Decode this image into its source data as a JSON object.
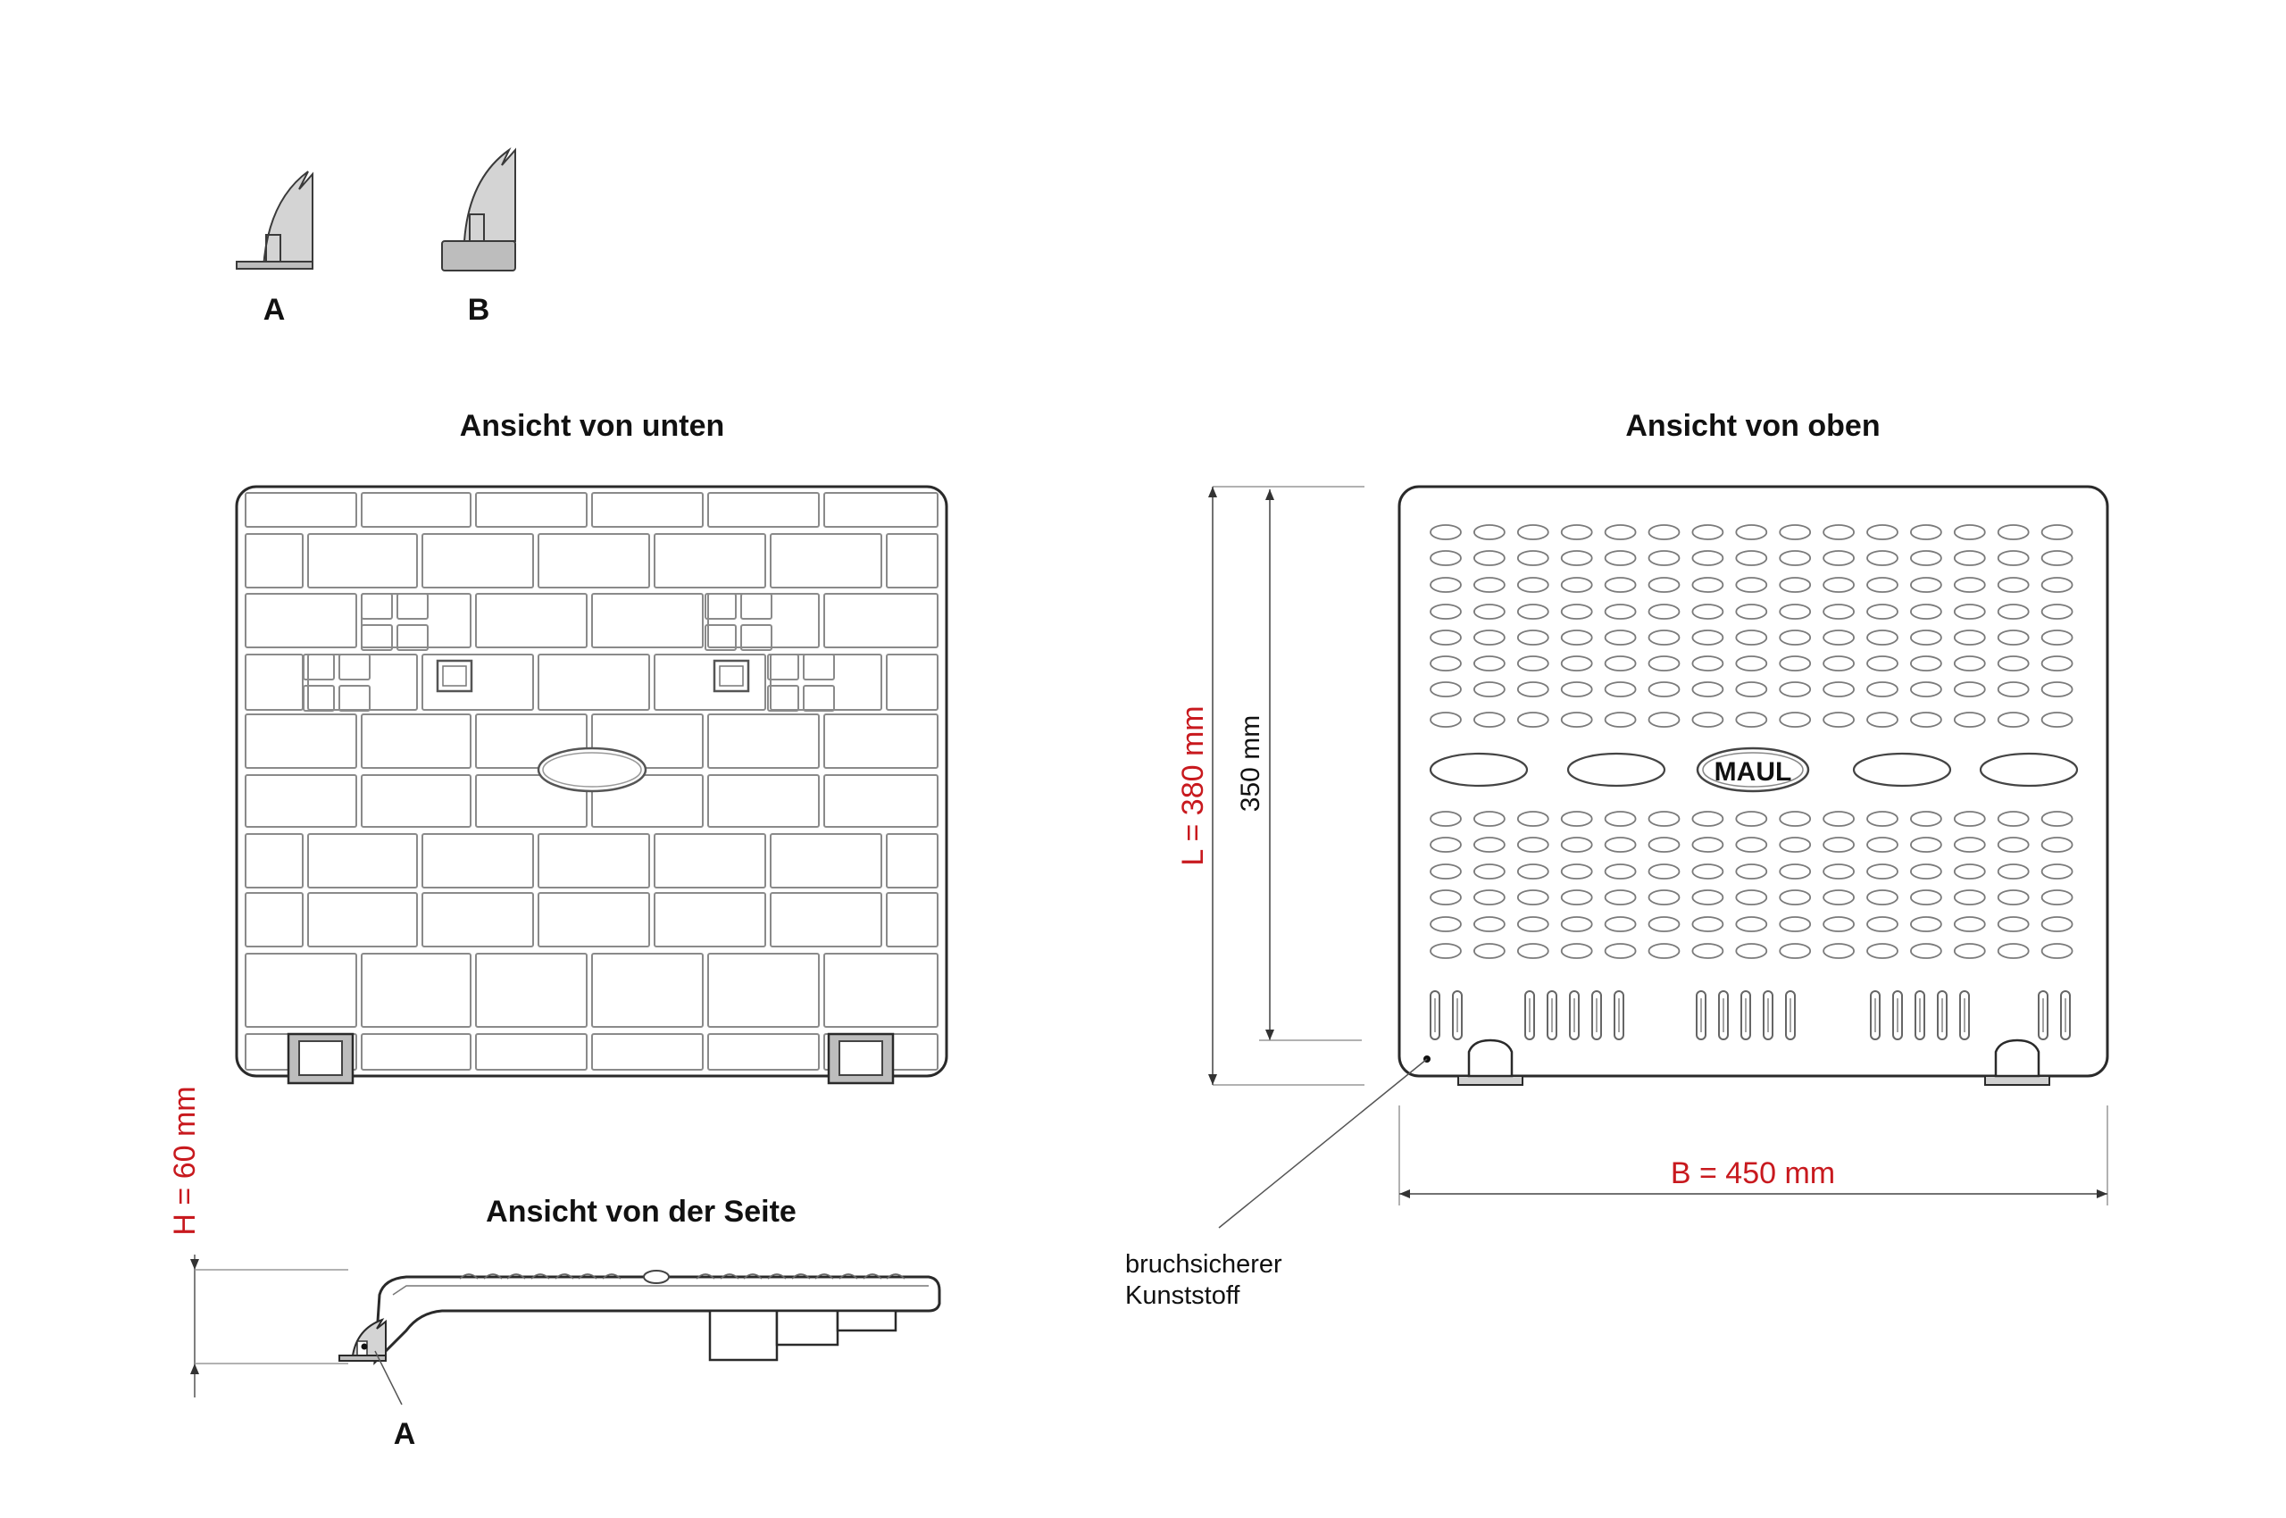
{
  "foot_variants": {
    "a_label": "A",
    "b_label": "B"
  },
  "bottom_view": {
    "title": "Ansicht von unten"
  },
  "top_view": {
    "title": "Ansicht von oben",
    "logo_text": "MAUL",
    "length_label": "L = 380 mm",
    "inner_length_label": "350 mm",
    "width_label": "B = 450 mm",
    "material_note_line1": "bruchsicherer",
    "material_note_line2": "Kunststoff"
  },
  "side_view": {
    "title": "Ansicht von der Seite",
    "height_label": "H = 60 mm",
    "foot_callout": "A"
  },
  "colors": {
    "line": "#3a3a3a",
    "dimension_red": "#c8191e",
    "panel_fill": "#d9d9d9",
    "rib": "#8a8a8a"
  }
}
